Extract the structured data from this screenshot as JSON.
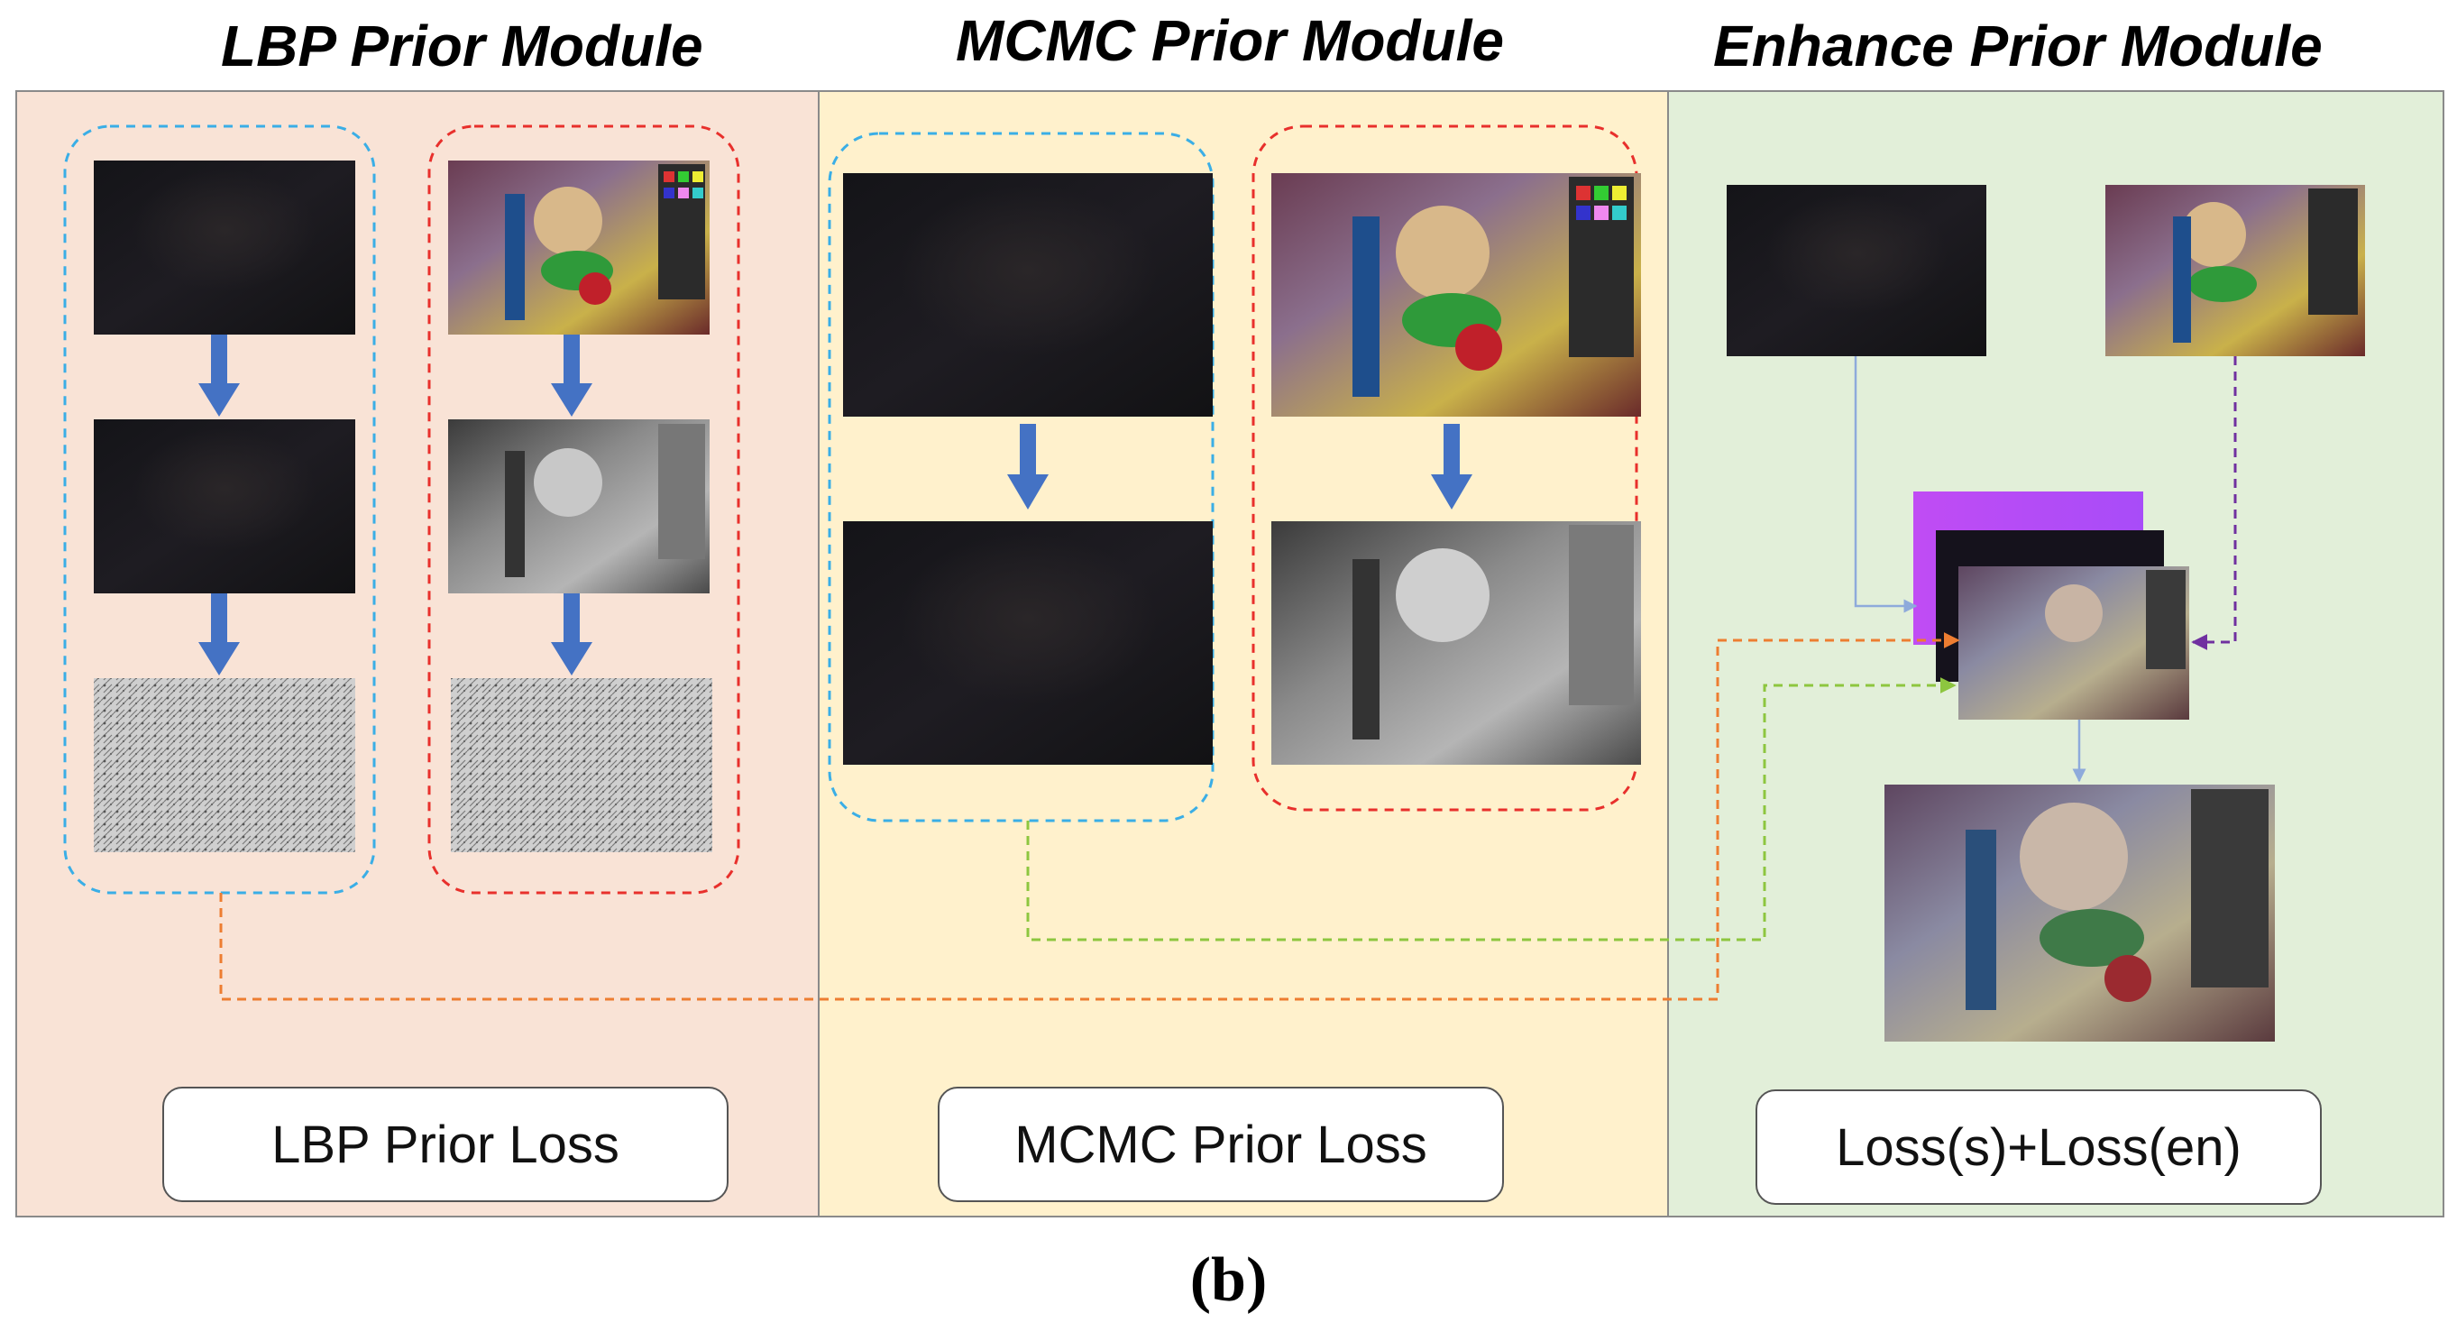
{
  "modules": {
    "lbp": {
      "title": "LBP  Prior Module",
      "loss_label": "LBP Prior Loss",
      "color": "#f9e3d6"
    },
    "mcmc": {
      "title": "MCMC  Prior Module",
      "loss_label": "MCMC Prior Loss",
      "color": "#fff1cc"
    },
    "enhance": {
      "title": "Enhance  Prior Module",
      "loss_label": "Loss(s)+Loss(en)",
      "color": "#e2efd9"
    }
  },
  "caption": "(b)",
  "colors": {
    "low_light_group_border": "#3aaee6",
    "normal_light_group_border": "#e8302c",
    "flow_arrow": "#4472c4",
    "lbp_connector": "#ed7d31",
    "mcmc_connector": "#8dc63f",
    "reference_connector": "#7030a0",
    "input_connector": "#8eaadb",
    "feature_map_magenta": "#b84cf4"
  },
  "images": {
    "dark_photo": "low-light-scene",
    "bright_photo": "normal-light-scene",
    "gray_photo": "grayscale-scene",
    "texture_photo": "lbp-texture-map",
    "enhanced_photo": "enhanced-output-scene"
  }
}
